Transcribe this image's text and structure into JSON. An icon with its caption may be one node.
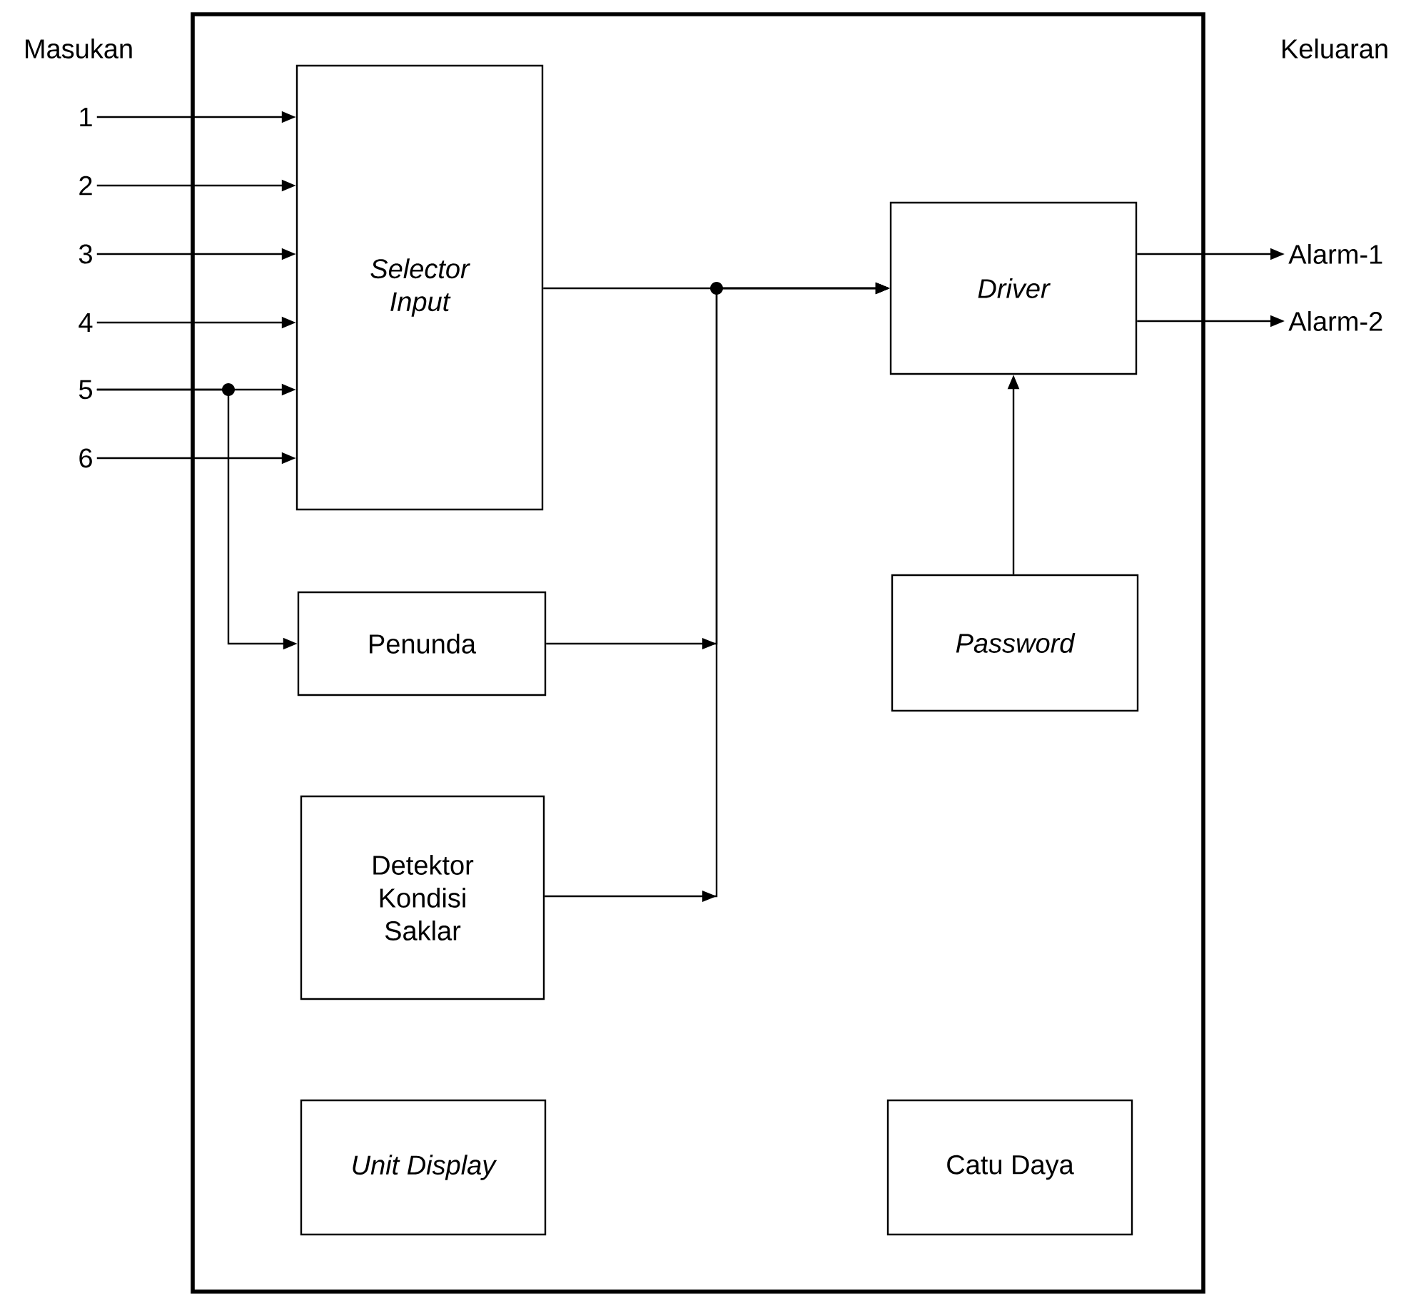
{
  "diagram": {
    "nodes": [
      {
        "text": [],
        "shape": "box"
      },
      {
        "text": [
          "1"
        ]
      },
      {
        "text": [
          "2"
        ]
      },
      {
        "text": [
          "3"
        ]
      },
      {
        "text": [
          "4"
        ]
      },
      {
        "text": [
          "5"
        ]
      },
      {
        "text": [
          "6"
        ]
      },
      {
        "text": [
          "Selector Input"
        ],
        "in": 0
      },
      {
        "text": [
          "Penunda"
        ],
        "in": 0
      },
      {
        "text": [
          "Detektor Kondisi Saklar"
        ],
        "in": 0
      },
      {
        "text": [
          "Unit Display"
        ],
        "in": 0
      },
      {
        "text": [
          "Driver"
        ],
        "in": 0
      },
      {
        "text": [
          "Password"
        ],
        "in": 0
      },
      {
        "text": [
          "Catu Daya"
        ],
        "in": 0
      },
      {
        "text": [
          "Alarm-1"
        ]
      },
      {
        "text": [
          "Alarm-2"
        ]
      }
    ],
    "edges": [
      {
        "from": 1,
        "to": 7,
        "arrow": "to"
      },
      {
        "from": 2,
        "to": 7,
        "arrow": "to"
      },
      {
        "from": 3,
        "to": 7,
        "arrow": "to"
      },
      {
        "from": 4,
        "to": 7,
        "arrow": "to"
      },
      {
        "from": 5,
        "to": 7,
        "arrow": "to"
      },
      {
        "from": 6,
        "to": 7,
        "arrow": "to"
      },
      {
        "from": 5,
        "to": 8,
        "arrow": "to"
      },
      {
        "from": 7,
        "to": 11,
        "arrow": "to"
      },
      {
        "from": 8,
        "to": 11,
        "arrow": "to"
      },
      {
        "from": 9,
        "to": 11,
        "arrow": "to"
      },
      {
        "from": 12,
        "to": 11,
        "arrow": "to"
      },
      {
        "from": 11,
        "to": 14,
        "arrow": "to"
      },
      {
        "from": 11,
        "to": 15,
        "arrow": "to"
      }
    ],
    "labels": [
      "Masukan",
      "Keluaran"
    ]
  }
}
